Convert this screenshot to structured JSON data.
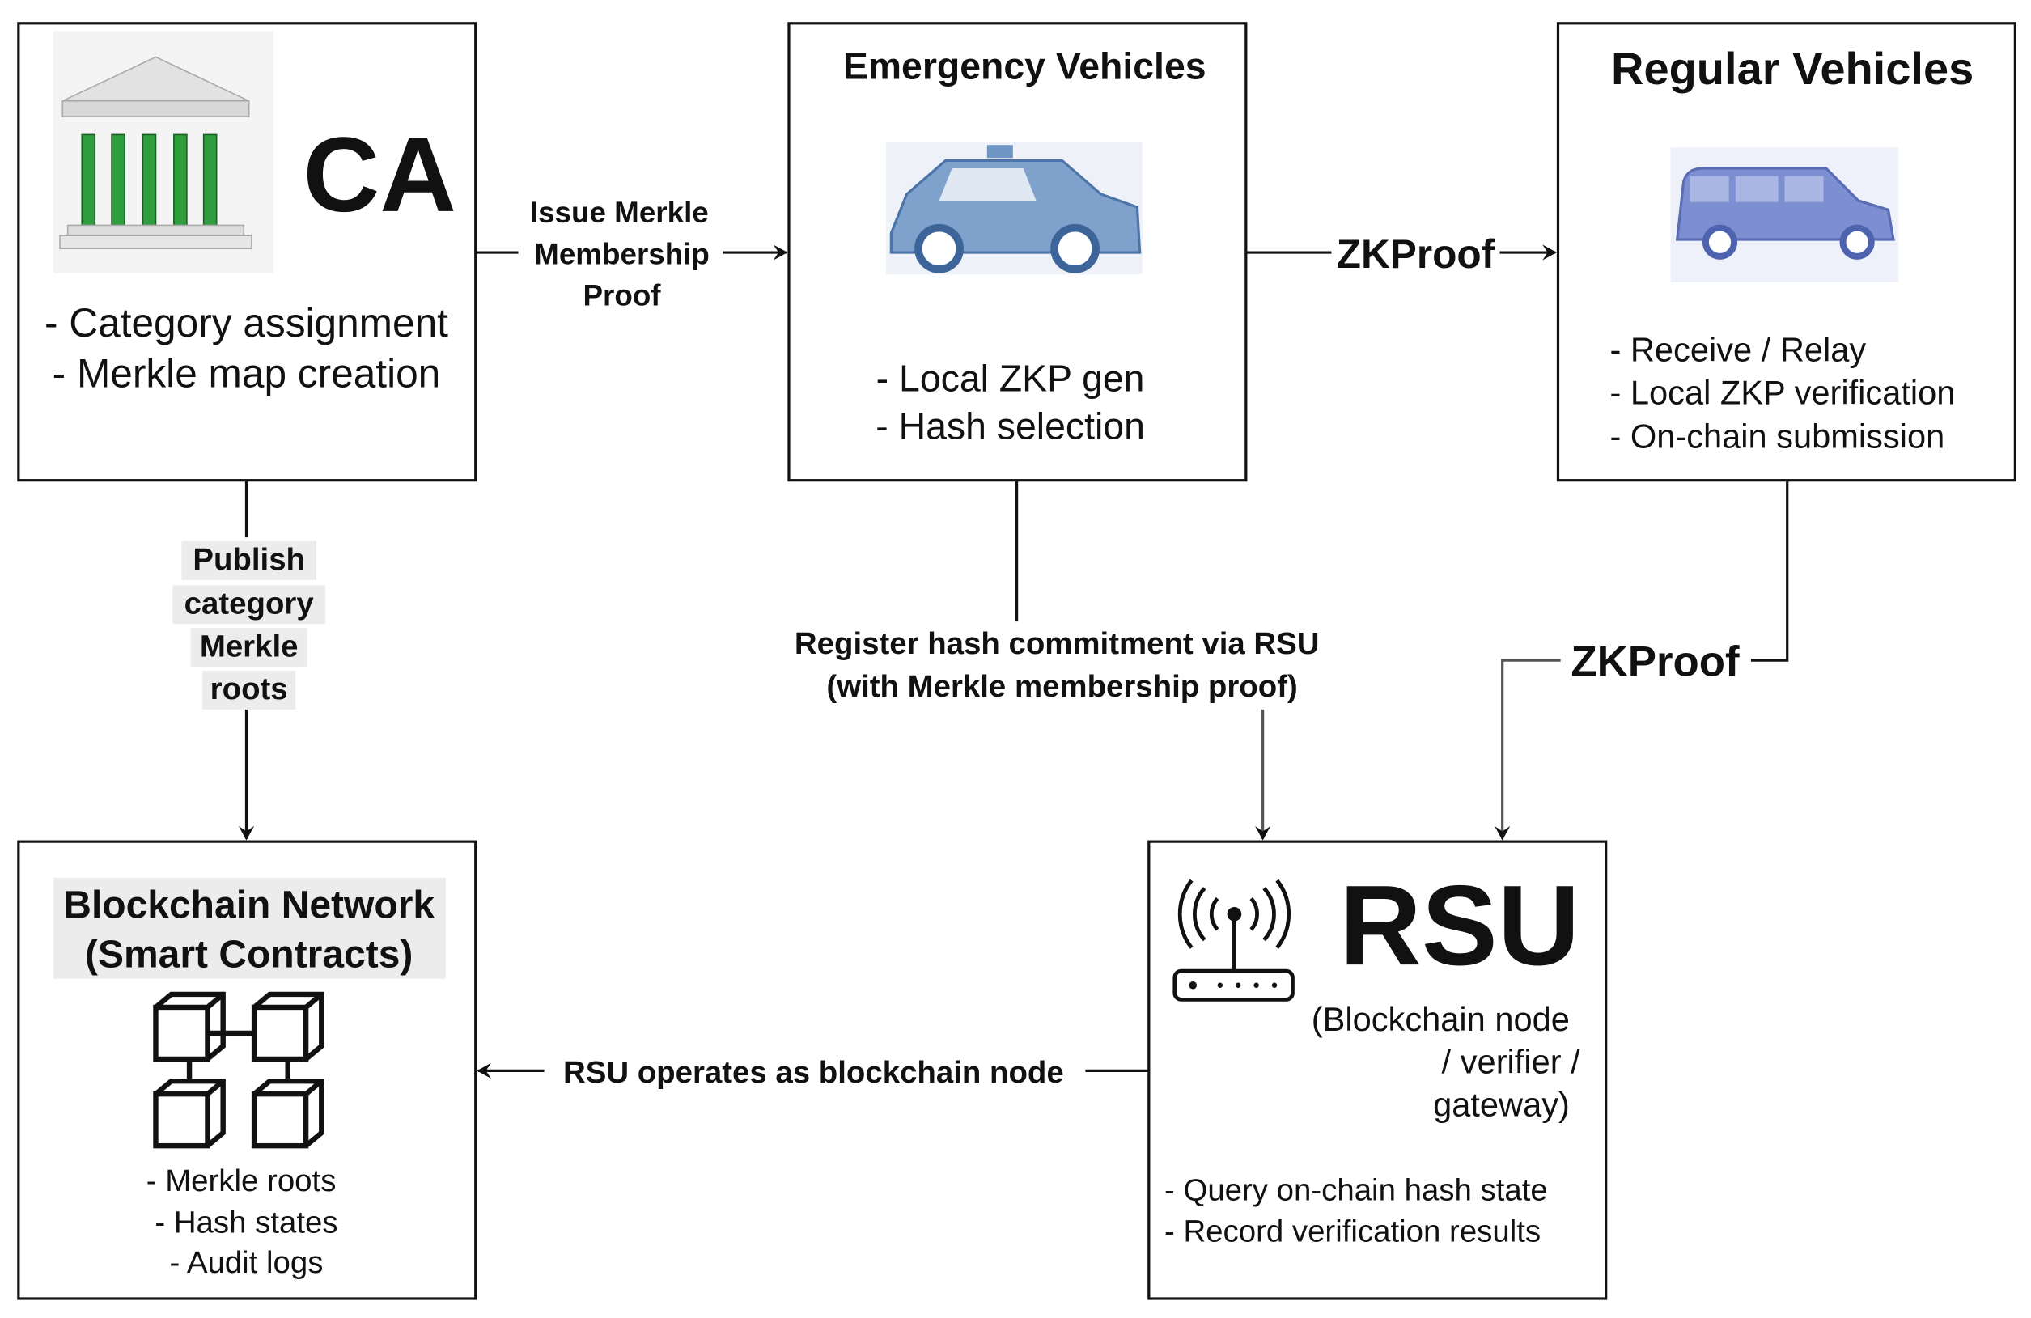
{
  "ca": {
    "title": "CA",
    "items": [
      "- Category assignment",
      "- Merkle map creation"
    ],
    "icon": "government-building-icon"
  },
  "emergency": {
    "title": "Emergency Vehicles",
    "items": [
      "- Local ZKP gen",
      "- Hash selection"
    ],
    "icon": "police-car-icon"
  },
  "regular": {
    "title": "Regular Vehicles",
    "items": [
      "- Receive / Relay",
      "- Local ZKP verification",
      "- On-chain submission"
    ],
    "icon": "van-icon"
  },
  "blockchain": {
    "title": [
      "Blockchain Network",
      "(Smart Contracts)"
    ],
    "items": [
      "- Merkle roots",
      "- Hash states",
      "- Audit logs"
    ],
    "icon": "blockchain-blocks-icon"
  },
  "rsu": {
    "title": "RSU",
    "subtitle": [
      "(Blockchain node",
      "/ verifier /",
      "gateway)"
    ],
    "items": [
      "- Query on-chain hash state",
      "- Record verification results"
    ],
    "icon": "wireless-router-icon"
  },
  "edges": {
    "ca_to_ev": [
      "Issue Merkle",
      "Membership",
      "Proof"
    ],
    "ev_to_rv": "ZKProof",
    "ca_to_bc": [
      "Publish",
      "category",
      "Merkle",
      "roots"
    ],
    "ev_to_rsu": [
      "Register hash commitment via RSU",
      "(with Merkle membership proof)"
    ],
    "rv_to_rsu": "ZKProof",
    "rsu_to_bc": "RSU operates as blockchain node"
  }
}
